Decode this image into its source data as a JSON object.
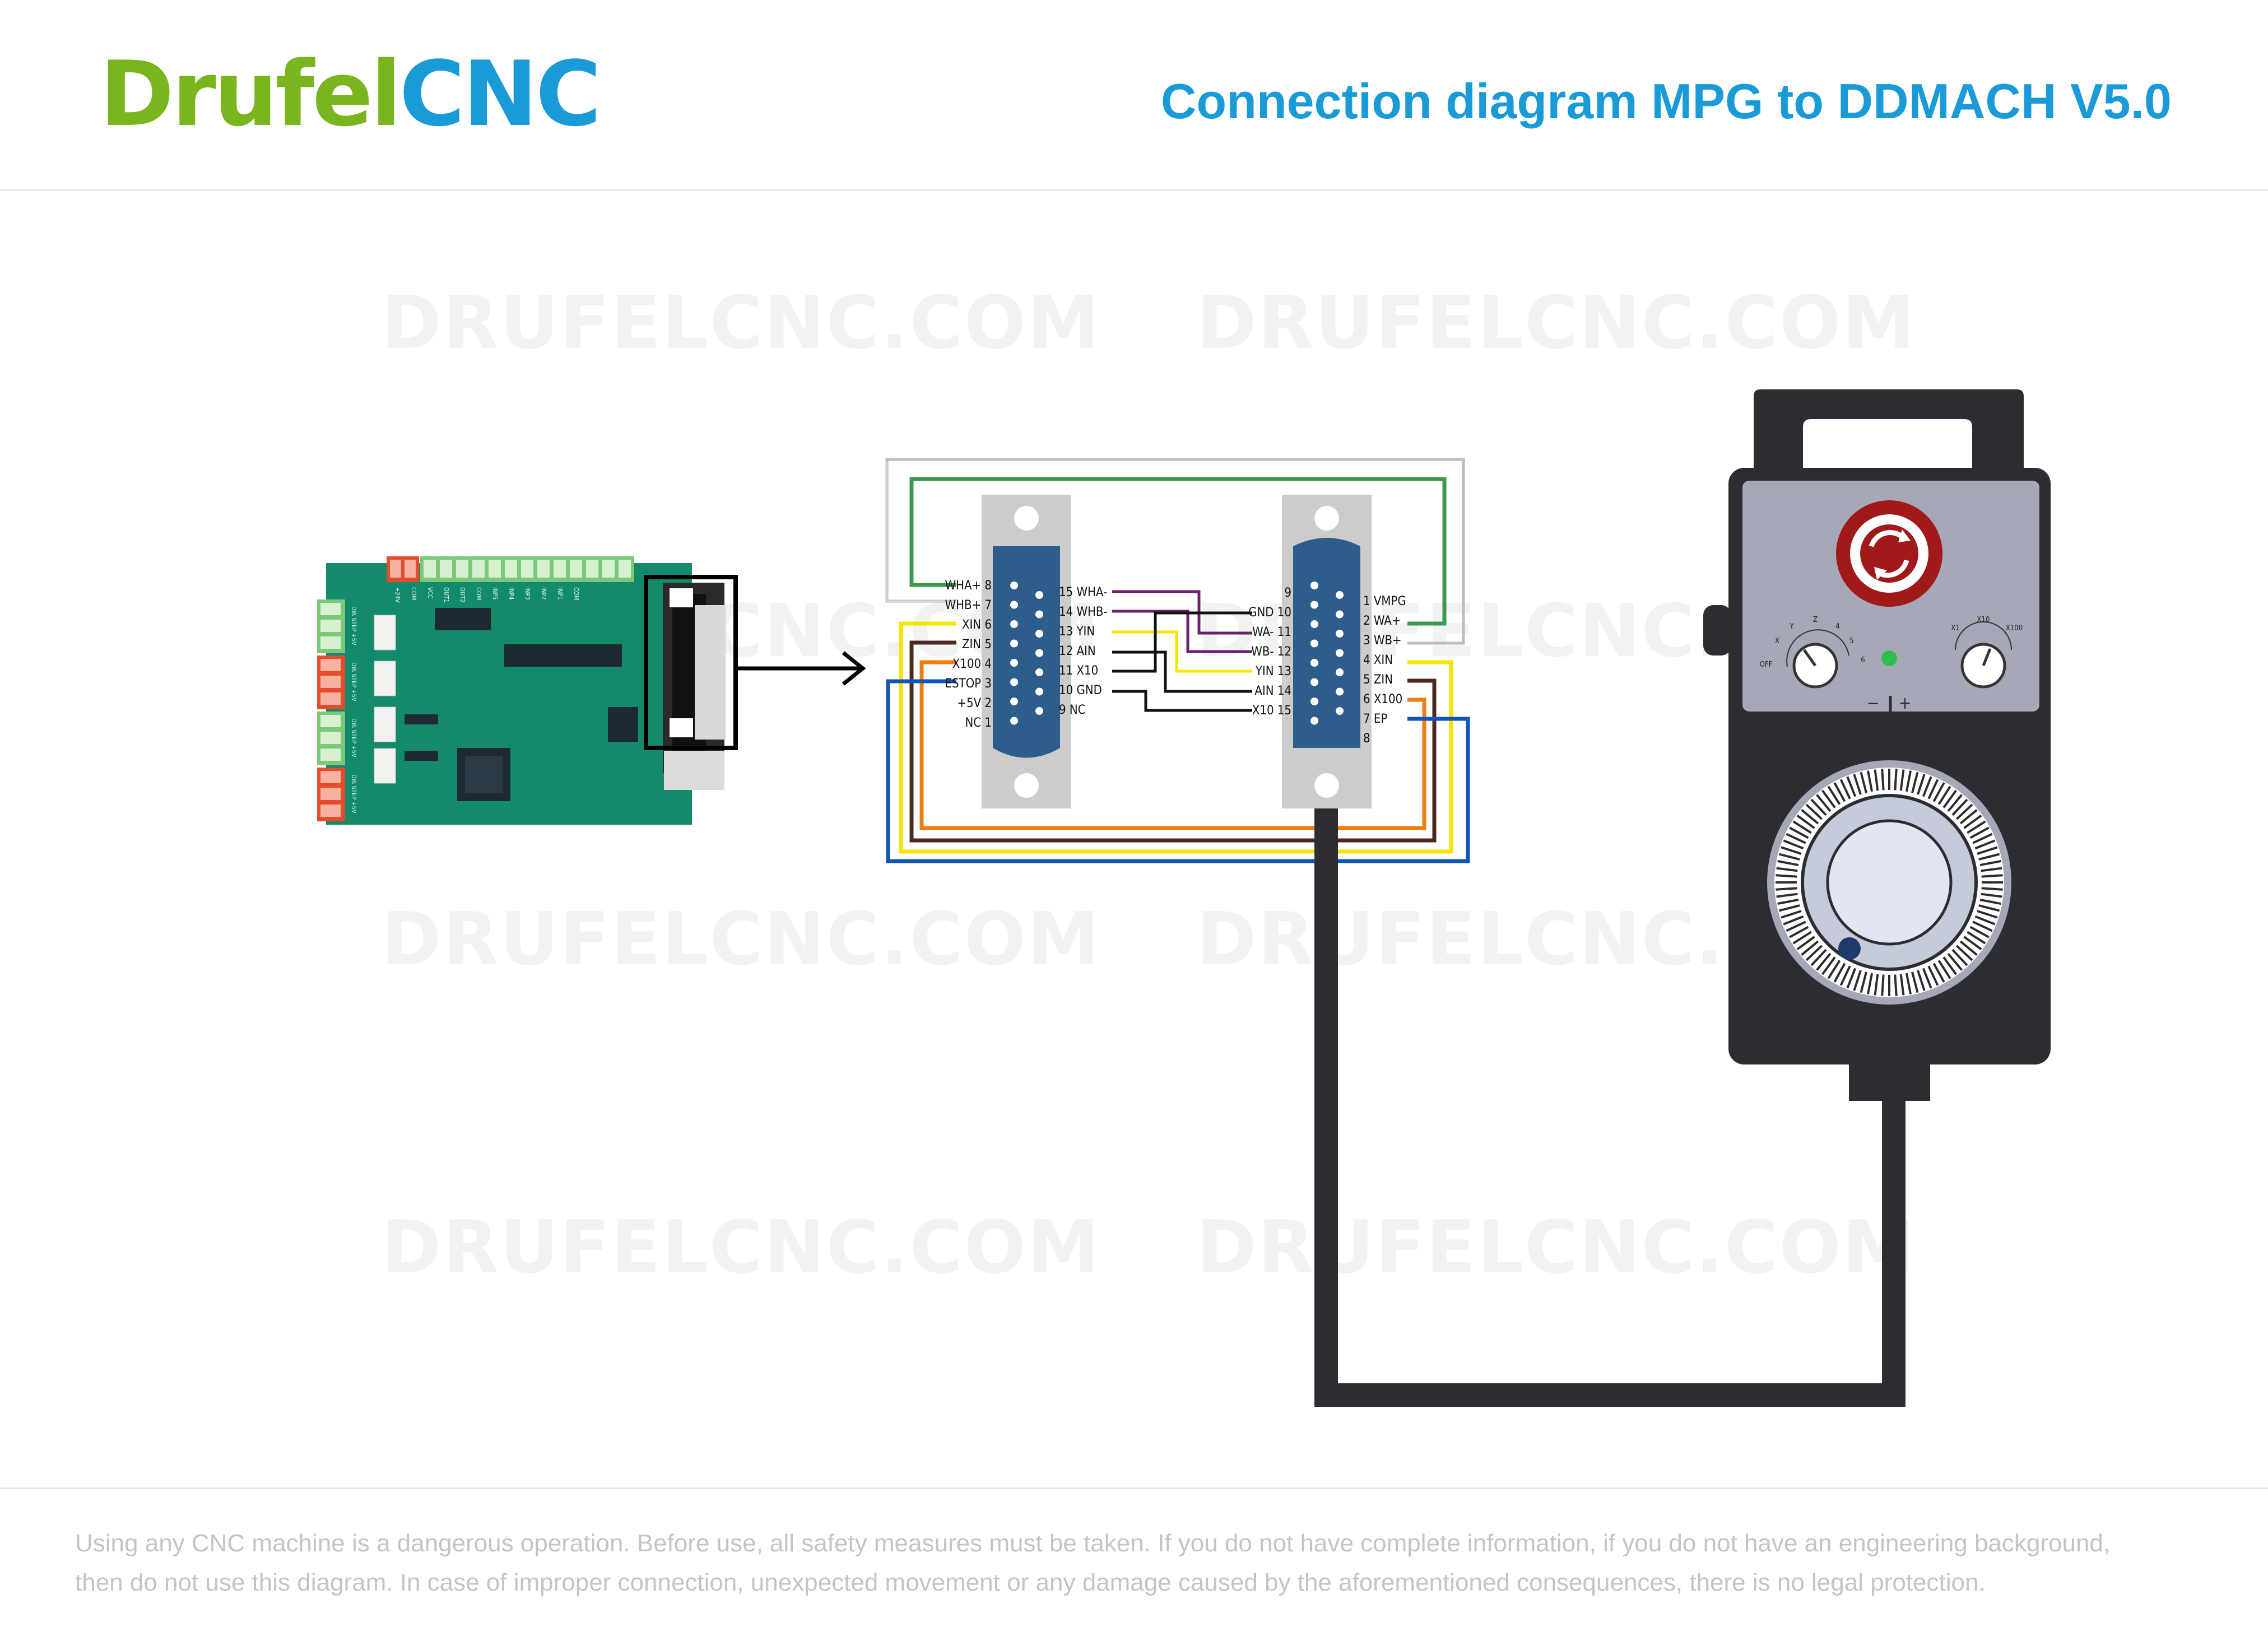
{
  "brand": {
    "logo_part1": "Drufel",
    "logo_part2": "CNC",
    "color_green": "#7ab51d",
    "color_blue": "#1a9bd7"
  },
  "header": {
    "title": "Connection diagram MPG to DDMACH V5.0"
  },
  "watermark": "DRUFELCNC.COM",
  "left_db15": {
    "left_pins": [
      {
        "label": "WHA+",
        "num": "8"
      },
      {
        "label": "WHB+",
        "num": "7"
      },
      {
        "label": "XIN",
        "num": "6"
      },
      {
        "label": "ZIN",
        "num": "5"
      },
      {
        "label": "X100",
        "num": "4"
      },
      {
        "label": "ESTOP",
        "num": "3"
      },
      {
        "label": "+5V",
        "num": "2"
      },
      {
        "label": "NC",
        "num": "1"
      }
    ],
    "right_pins": [
      {
        "num": "15",
        "label": "WHA-"
      },
      {
        "num": "14",
        "label": "WHB-"
      },
      {
        "num": "13",
        "label": "YIN"
      },
      {
        "num": "12",
        "label": "AIN"
      },
      {
        "num": "11",
        "label": "X10"
      },
      {
        "num": "10",
        "label": "GND"
      },
      {
        "num": "9",
        "label": "NC"
      }
    ]
  },
  "right_db15": {
    "left_pins": [
      {
        "label": "",
        "num": "9"
      },
      {
        "label": "GND",
        "num": "10"
      },
      {
        "label": "WA-",
        "num": "11"
      },
      {
        "label": "WB-",
        "num": "12"
      },
      {
        "label": "YIN",
        "num": "13"
      },
      {
        "label": "AIN",
        "num": "14"
      },
      {
        "label": "X10",
        "num": "15"
      }
    ],
    "right_pins": [
      {
        "num": "1",
        "label": "VMPG"
      },
      {
        "num": "2",
        "label": "WA+"
      },
      {
        "num": "3",
        "label": "WB+"
      },
      {
        "num": "4",
        "label": "XIN"
      },
      {
        "num": "5",
        "label": "ZIN"
      },
      {
        "num": "6",
        "label": "X100"
      },
      {
        "num": "7",
        "label": "EP"
      },
      {
        "num": "8",
        "label": ""
      }
    ]
  },
  "board": {
    "top_labels": [
      "+24V",
      "COM",
      "VCC",
      "OUT1",
      "OUT2",
      "COM",
      "INP5",
      "INP4",
      "INP3",
      "INP2",
      "INP1",
      "COM"
    ],
    "side_labels": [
      "DIR STEP +5V",
      "DIR STEP +5V",
      "DIR STEP +5V",
      "DIR STEP +5V"
    ]
  },
  "pendant": {
    "axis_dial": {
      "labels": [
        "OFF",
        "X",
        "Y",
        "Z",
        "4",
        "5",
        "6"
      ]
    },
    "step_dial": {
      "labels": [
        "X1",
        "X10",
        "X100"
      ]
    },
    "jog_labels": [
      "−",
      "+"
    ]
  },
  "wire_colors": {
    "green": "#3a9a4f",
    "yellow": "#f4e600",
    "brown": "#4a2a1e",
    "orange": "#f07d0f",
    "blue": "#1155b8",
    "purple": "#6a1f6a",
    "black": "#111111",
    "grey": "#bdbdbd"
  },
  "footer": {
    "disclaimer_line1": "Using any CNC machine is a dangerous operation. Before use, all safety measures must be taken. If you do not have complete information, if you do not have an engineering background,",
    "disclaimer_line2": "then do not use this diagram. In case of improper connection, unexpected movement or any damage caused by the aforementioned consequences, there is no legal protection."
  }
}
